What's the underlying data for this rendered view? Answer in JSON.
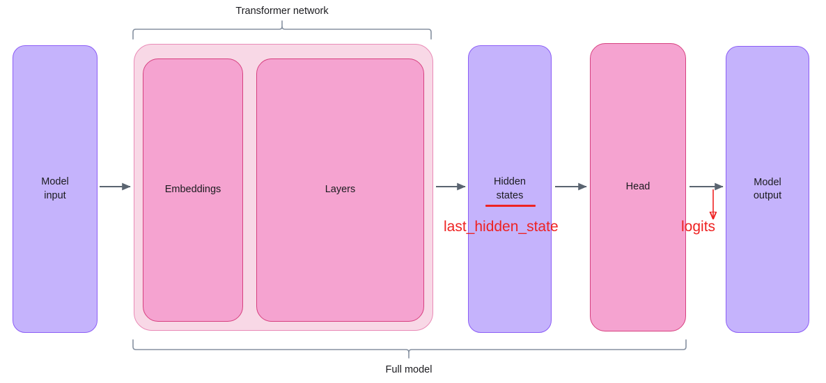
{
  "diagram": {
    "title_top_bracket": "Transformer network",
    "title_bottom_bracket": "Full model",
    "boxes": [
      {
        "id": "model-input",
        "label": "Model\ninput",
        "color": "#c5b3fc",
        "border": "#8b5cf6"
      },
      {
        "id": "embeddings",
        "label": "Embeddings",
        "color": "#f5a3d0",
        "border": "#d6407f"
      },
      {
        "id": "layers",
        "label": "Layers",
        "color": "#f5a3d0",
        "border": "#d6407f"
      },
      {
        "id": "hidden-states",
        "label": "Hidden\nstates",
        "color": "#c5b3fc",
        "border": "#8b5cf6"
      },
      {
        "id": "head",
        "label": "Head",
        "color": "#f5a3d0",
        "border": "#d6407f"
      },
      {
        "id": "model-output",
        "label": "Model\noutput",
        "color": "#c5b3fc",
        "border": "#8b5cf6"
      }
    ],
    "transformer_container": {
      "id": "transformer-network-container",
      "color": "#f8d8e6",
      "border": "#e98ab6"
    },
    "annotations": [
      {
        "id": "last-hidden-state",
        "text": "last_hidden_state",
        "color": "#ee2222"
      },
      {
        "id": "logits",
        "text": "logits",
        "color": "#ee2222"
      }
    ],
    "arrows": [
      {
        "id": "arrow-input-to-embeddings",
        "from": "model-input",
        "to": "embeddings"
      },
      {
        "id": "arrow-layers-to-hidden",
        "from": "layers",
        "to": "hidden-states"
      },
      {
        "id": "arrow-hidden-to-head",
        "from": "hidden-states",
        "to": "head"
      },
      {
        "id": "arrow-head-to-output",
        "from": "head",
        "to": "model-output"
      }
    ],
    "colors": {
      "arrow": "#5a6470",
      "bracket": "#8590a0",
      "annotation_red": "#ee2222",
      "text": "#1b1b1f",
      "background": "#ffffff"
    }
  }
}
